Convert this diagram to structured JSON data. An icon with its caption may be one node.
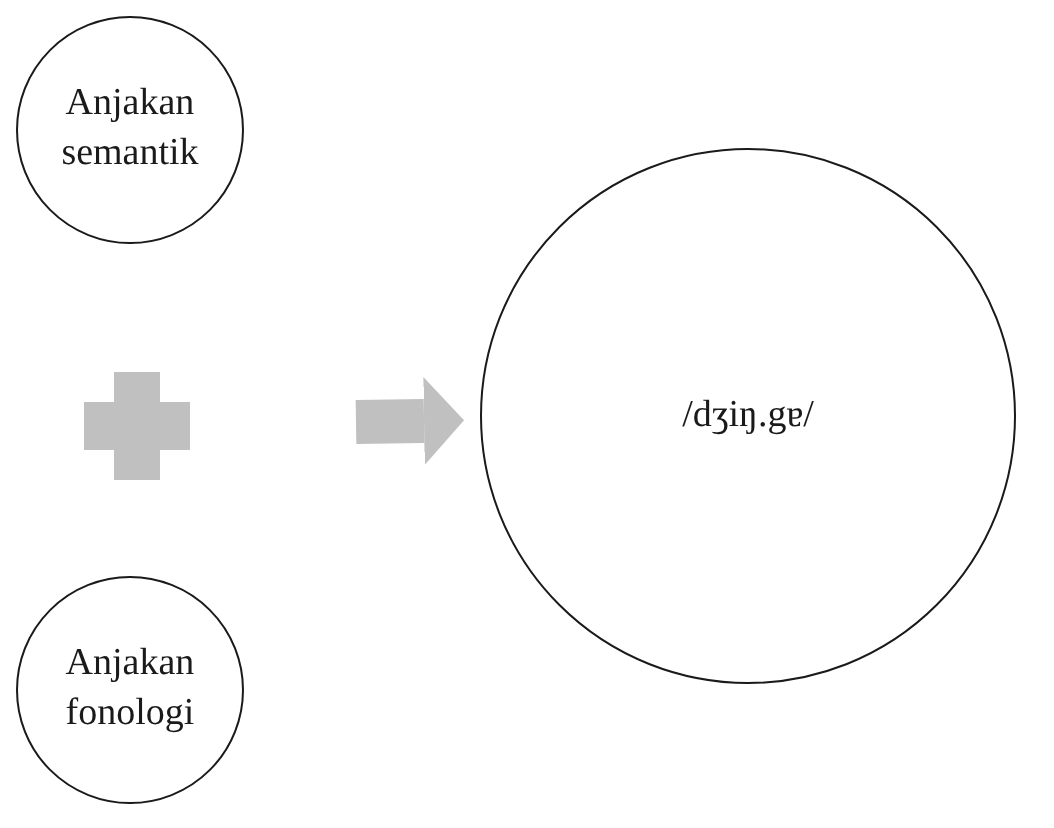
{
  "diagram": {
    "nodes": [
      {
        "text": [
          "Anjakan semantik"
        ]
      },
      {
        "text": [
          "Anjakan fonologi"
        ]
      },
      {
        "text": [
          "/dʒiŋ.gɐ/"
        ]
      }
    ],
    "edges": [
      {
        "from": null,
        "to": 2,
        "arrow": "to",
        "color": "#c0c0c0"
      }
    ]
  }
}
